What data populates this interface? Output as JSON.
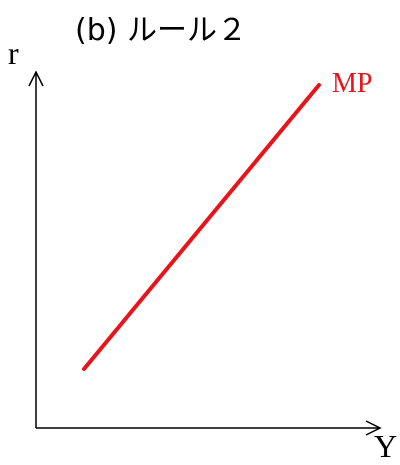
{
  "title": "(b) ルール２",
  "axes": {
    "y_label": "r",
    "x_label": "Y"
  },
  "curve": {
    "label": "MP",
    "color": "#e8141c"
  },
  "axis_color": "#000000"
}
